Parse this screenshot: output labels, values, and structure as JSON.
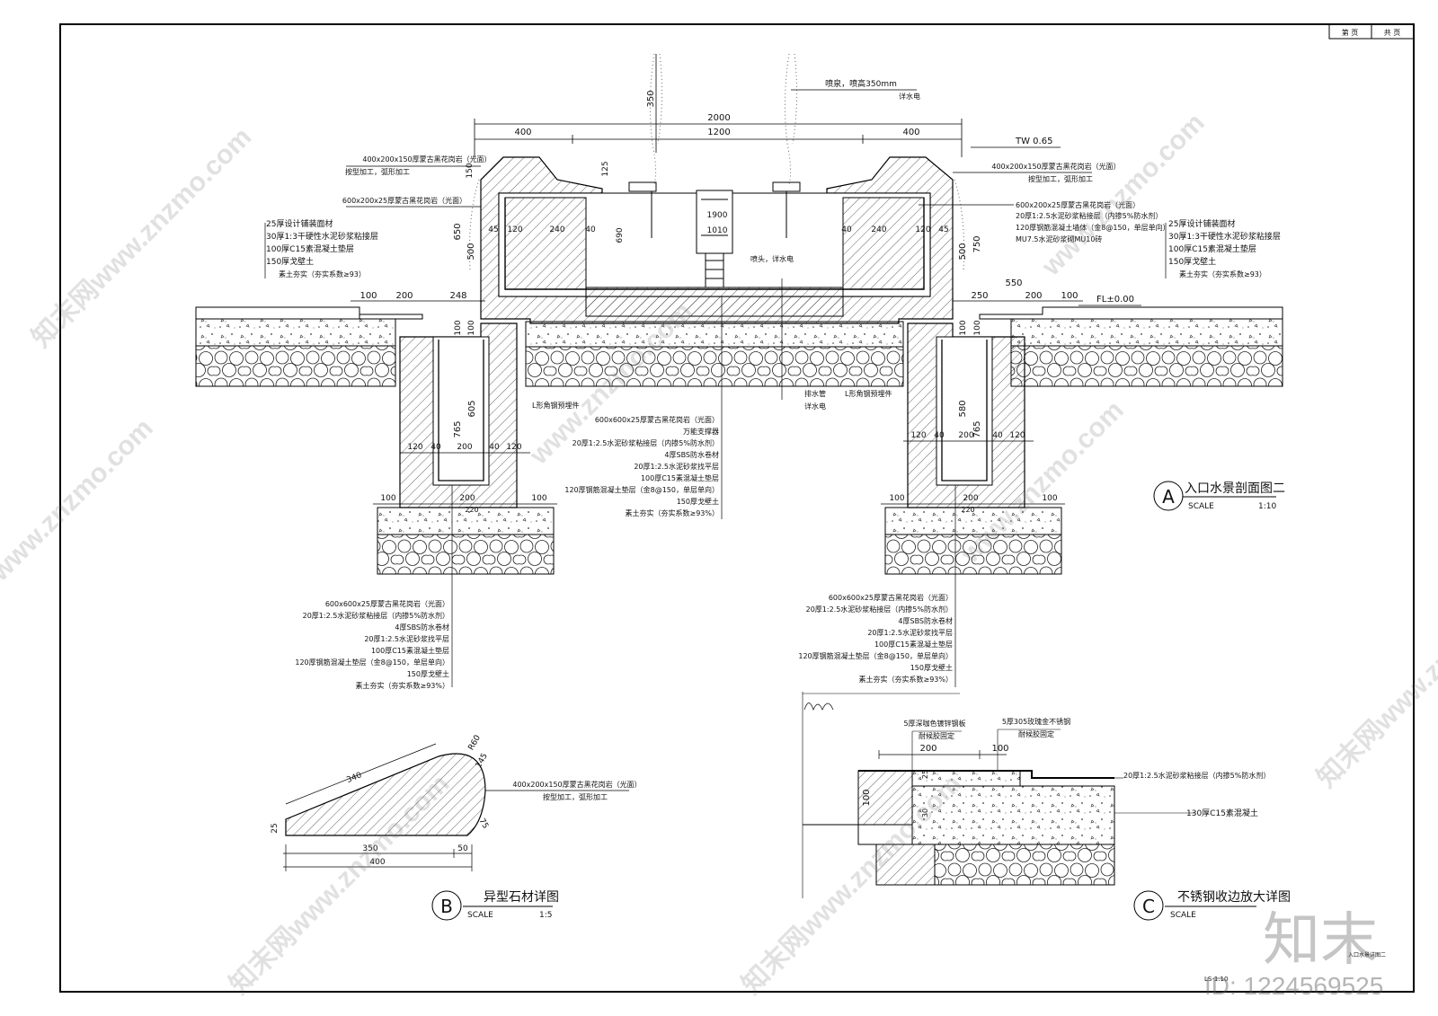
{
  "title_block": {
    "cell1": "第 页",
    "cell2": "共 页"
  },
  "dims_top": {
    "d400a": "400",
    "d2000": "2000",
    "d1200": "1200",
    "d400b": "400",
    "d350": "350",
    "d125": "125",
    "d150": "150",
    "d1900": "1900",
    "d1010": "1010"
  },
  "dims_left": {
    "d650": "650",
    "d500": "500",
    "d45": "45",
    "d120": "120",
    "d240": "240",
    "d40": "40",
    "d690": "690",
    "d100": "100",
    "d200": "200",
    "d248": "248",
    "d765": "765",
    "d605": "605",
    "d120b": "120",
    "d40b": "40",
    "d200b": "200",
    "d40c": "40",
    "d120c": "120",
    "d100b": "100",
    "d200c": "200",
    "d100c": "100",
    "d220": "220"
  },
  "dims_right": {
    "d500": "500",
    "d750": "750",
    "d240": "240",
    "d40": "40",
    "d120": "120",
    "d45": "45",
    "d550": "550",
    "d250": "250",
    "d200": "200",
    "d100": "100",
    "d580": "580",
    "d765": "765",
    "d120b": "120",
    "d40b": "40",
    "d200b": "200",
    "d40c": "40",
    "d120c": "120",
    "d100b": "100",
    "d200c": "200",
    "d100c": "100",
    "d220": "220"
  },
  "labels": {
    "fountain": "喷泉，喷高350mm",
    "fountain2": "详水电",
    "tw": "TW 0.65",
    "fl": "FL±0.00",
    "capL1": "400x200x150厚蒙古黑花岗岩（光面）",
    "capL2": "按型加工，弧形加工",
    "capR1": "400x200x150厚蒙古黑花岗岩（光面）",
    "capR2": "按型加工，弧形加工",
    "facingL": "600x200x25厚蒙古黑花岗岩（光面）",
    "innerR1": "600x200x25厚蒙古黑花岗岩（光面）",
    "innerR2": "20厚1:2.5水泥砂浆粘接层（内掺5%防水剂）",
    "innerR3": "120厚钢筋混凝土墙体（金8@150，单层单向）",
    "innerR4": "MU7.5水泥砂浆砌MU10砖",
    "nozzle": "喷头，详水电",
    "pipe": "排水管",
    "pipe2": "详水电",
    "angleL": "L形角钢预埋件",
    "angleR": "L形角钢预埋件",
    "paveL": [
      "25厚设计铺装面材",
      "30厚1:3干硬性水泥砂浆粘接层",
      "100厚C15素混凝土垫层",
      "150厚戈壁土",
      "素土夯实（夯实系数≥93）"
    ],
    "paveR": [
      "25厚设计铺装面材",
      "30厚1:3干硬性水泥砂浆粘接层",
      "100厚C15素混凝土垫层",
      "150厚戈壁土",
      "素土夯实（夯实系数≥93）"
    ],
    "poolBottom": [
      "600x600x25厚蒙古黑花岗岩（光面）",
      "万能支撑器",
      "20厚1:2.5水泥砂浆粘接层（内掺5%防水剂）",
      "4厚SBS防水卷材",
      "20厚1:2.5水泥砂浆找平层",
      "100厚C15素混凝土垫层",
      "120厚钢筋混凝土垫层（金8@150，单层单向）",
      "150厚戈壁土",
      "素土夯实（夯实系数≥93%）"
    ],
    "trenchL": [
      "600x600x25厚蒙古黑花岗岩（光面）",
      "20厚1:2.5水泥砂浆粘接层（内掺5%防水剂）",
      "4厚SBS防水卷材",
      "20厚1:2.5水泥砂浆找平层",
      "100厚C15素混凝土垫层",
      "120厚钢筋混凝土垫层（金8@150，单层单向）",
      "150厚戈壁土",
      "素土夯实（夯实系数≥93%）"
    ],
    "trenchR": [
      "600x600x25厚蒙古黑花岗岩（光面）",
      "20厚1:2.5水泥砂浆粘接层（内掺5%防水剂）",
      "4厚SBS防水卷材",
      "20厚1:2.5水泥砂浆找平层",
      "100厚C15素混凝土垫层",
      "120厚钢筋混凝土垫层（金8@150，单层单向）",
      "150厚戈壁土",
      "素土夯实（夯实系数≥93%）"
    ]
  },
  "detail_a": {
    "letter": "A",
    "title": "入口水景剖面图二",
    "scale_label": "SCALE",
    "scale_value": "1:10"
  },
  "detail_b": {
    "letter": "B",
    "title": "异型石材详图",
    "scale_label": "SCALE",
    "scale_value": "1:5",
    "dims": {
      "d340": "340",
      "r60": "R60",
      "d145": "145",
      "d25": "25",
      "d75": "75",
      "d350": "350",
      "d50": "50",
      "d400": "400"
    },
    "note1": "400x200x150厚蒙古黑花岗岩（光面）",
    "note2": "按型加工，弧形加工"
  },
  "detail_c": {
    "letter": "C",
    "title": "不锈钢收边放大详图",
    "scale_label": "SCALE",
    "dims": {
      "d200": "200",
      "d100": "100",
      "d100v": "100",
      "d25": "25",
      "d30": "30"
    },
    "note1a": "5厚深咖色镀锌钢板",
    "note1b": "耐候胶固定",
    "note2a": "5厚305玫瑰金不锈钢",
    "note2b": "耐候胶固定",
    "note3": "20厚1:2.5水泥砂浆粘接层（内掺5%防水剂）",
    "note4": "130厚C15素混凝土"
  },
  "watermarks": {
    "site": "www.znzmo.com",
    "brand": "知末网",
    "brand_big": "知末",
    "id": "ID: 1224569525",
    "corner_note": "入口水景详图二",
    "sheet_no": "LS-1.10"
  }
}
